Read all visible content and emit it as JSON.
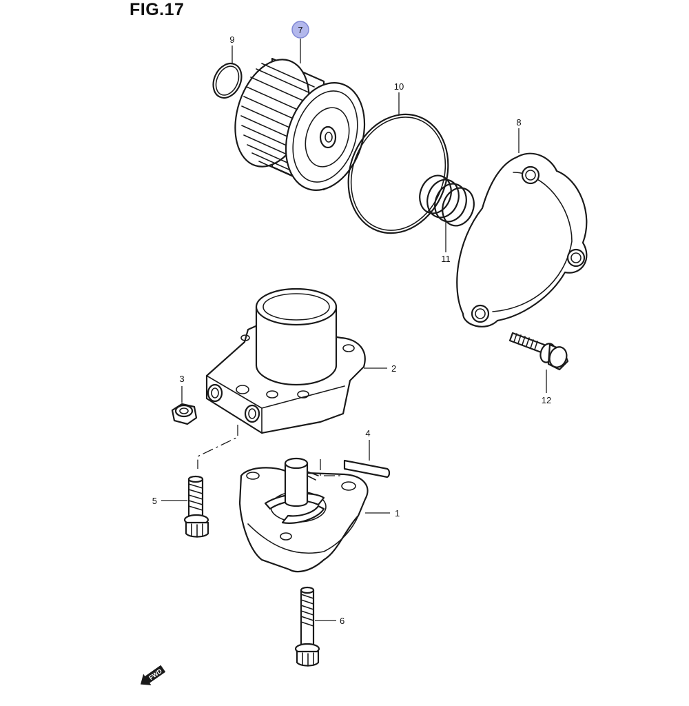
{
  "title": "FIG.17",
  "callouts": {
    "c1": "1",
    "c2": "2",
    "c3": "3",
    "c4": "4",
    "c5": "5",
    "c6": "6",
    "c7": "7",
    "c8": "8",
    "c9": "9",
    "c10": "10",
    "c11": "11",
    "c12": "12"
  },
  "fwd_label": "FWD",
  "highlight_color": "#b3b8ec"
}
